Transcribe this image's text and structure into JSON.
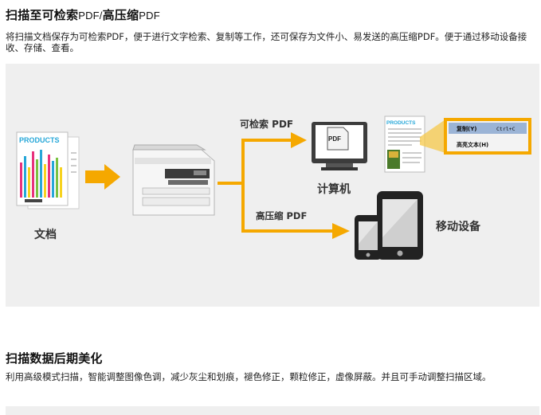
{
  "section1": {
    "title_bold": "扫描至可检索",
    "title_light1": "PDF/",
    "title_bold2": "高压缩",
    "title_light2": "PDF",
    "description": "将扫描文档保存为可检索PDF，便于进行文字检索、复制等工作，还可保存为文件小、易发送的高压缩PDF。便于通过移动设备接收、存储、查看。"
  },
  "diagram": {
    "document_label": "文档",
    "doc_cover_text": "PRODUCTS",
    "searchable_pdf_label": "可检索 PDF",
    "pdf_badge": "PDF",
    "computer_label": "计算机",
    "compressed_pdf_label": "高压缩 PDF",
    "mobile_label": "移动设备",
    "doc_page_text": "PRODUCTS",
    "context_menu": {
      "copy_label": "复制(Y)",
      "copy_shortcut": "Ctrl+C",
      "highlight_label": "高亮文本(H)"
    },
    "colors": {
      "arrow": "#f5a800",
      "background": "#efefef",
      "menu_highlight": "#9bb4d6"
    }
  },
  "section2": {
    "title": "扫描数据后期美化",
    "description": "利用高级模式扫描，智能调整图像色调，减少灰尘和划痕，褪色修正，颗粒修正，虚像屏蔽。并且可手动调整扫描区域。"
  }
}
